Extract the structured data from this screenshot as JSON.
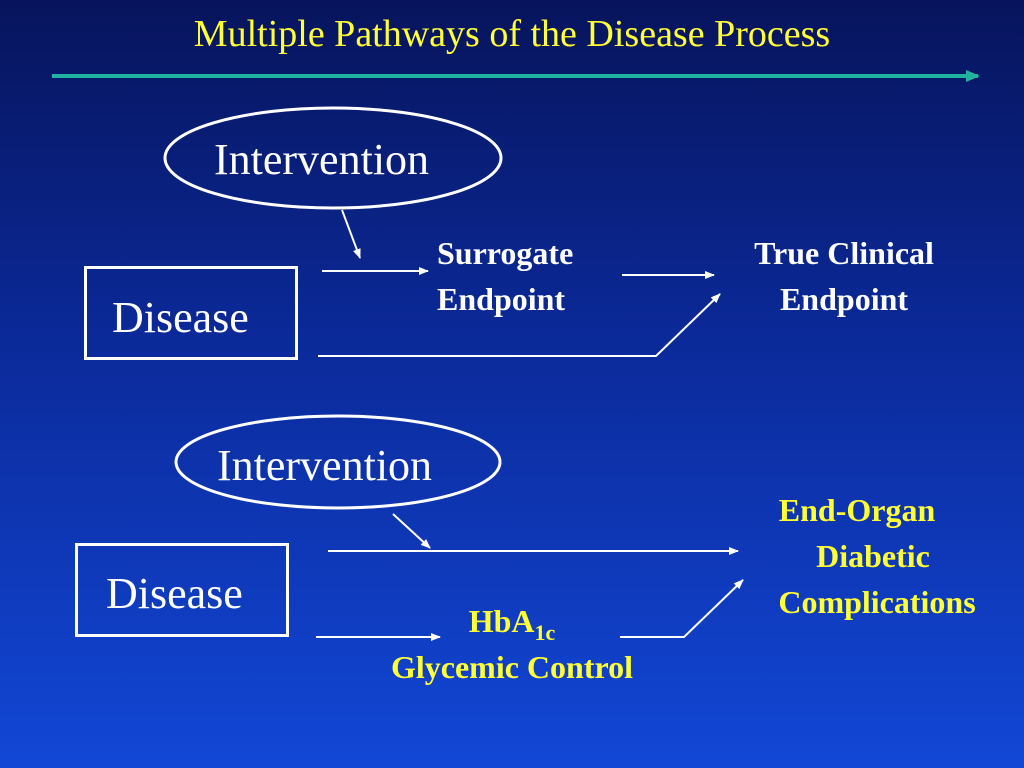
{
  "title": "Multiple Pathways of the Disease Process",
  "top_diagram": {
    "intervention": "Intervention",
    "disease": "Disease",
    "surrogate_line1": "Surrogate",
    "surrogate_line2": "Endpoint",
    "true_clinical_line1": "True Clinical",
    "true_clinical_line2": "Endpoint"
  },
  "bottom_diagram": {
    "intervention": "Intervention",
    "disease": "Disease",
    "hba_main": "HbA",
    "hba_sub": "1c",
    "glycemic": "Glycemic Control",
    "end_organ_line1": "End-Organ",
    "end_organ_line2": "Diabetic",
    "end_organ_line3": "Complications"
  },
  "colors": {
    "background_top": "#07145c",
    "background_bottom": "#1247d6",
    "title": "#ffff33",
    "accent_line": "#1fb3a0",
    "text": "#ffffff",
    "highlight": "#ffff33"
  }
}
